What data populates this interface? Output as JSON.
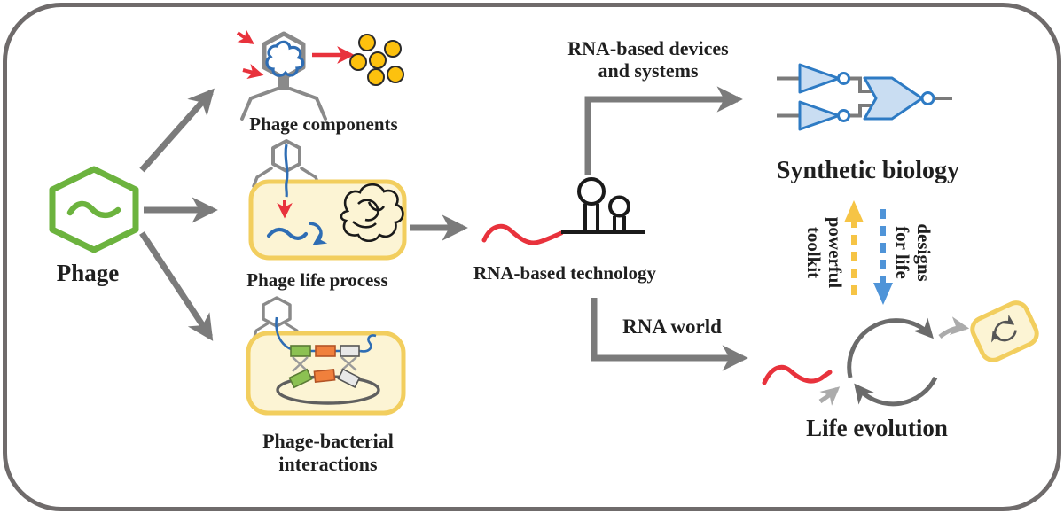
{
  "nodes": {
    "phage": {
      "label": "Phage"
    },
    "phage_components": {
      "label": "Phage components"
    },
    "phage_life_process": {
      "label": "Phage life process"
    },
    "phage_bacterial_interactions": {
      "label_line1": "Phage-bacterial",
      "label_line2": "interactions"
    },
    "rna_based_technology": {
      "label": "RNA-based technology"
    },
    "synthetic_biology": {
      "label": "Synthetic biology"
    },
    "life_evolution": {
      "label": "Life evolution"
    }
  },
  "edges": {
    "rna_devices": {
      "line1": "RNA-based devices",
      "line2": "and systems"
    },
    "rna_world": {
      "label": "RNA world"
    },
    "powerful_toolkit": {
      "line1": "powerful",
      "line2": "toolkit",
      "direction": "up"
    },
    "designs_for_life": {
      "line1": "designs",
      "line2": "for life",
      "direction": "down"
    }
  },
  "icons": {
    "phage-hexagon-icon": "green hexagon with RNA squiggle",
    "phage-virion-icon": "bacteriophage with hexagonal head and legs",
    "protein-dots-icon": "cluster of six yellow protein dots",
    "bacterial-cell-icon": "yellow rounded-rectangle cell",
    "protein-tangle-icon": "black tangled protein scribble",
    "rna-hairpin-icon": "red RNA strand with black hairpin loops",
    "logic-gates-icon": "blue NOT gates wired to a NOR gate",
    "life-cycle-icon": "circular gray cycle arrows",
    "protocell-icon": "tilted yellow cell with internal cycle"
  },
  "colors": {
    "border": "#6f6b6b",
    "arrow_gray": "#7b7b7b",
    "arrow_light_gray": "#ababab",
    "phage_green": "#6cb33e",
    "cell_border_yellow": "#f2ce5e",
    "cell_fill_cream": "#fcf4d4",
    "red": "#e8323c",
    "blue": "#2e6db4",
    "gate_stroke_blue": "#2e7bc4",
    "gate_fill_blue": "#c9ddf2",
    "dot_yellow": "#fdc10e",
    "gene_green": "#8cc152",
    "gene_orange": "#f0803c",
    "gene_gray": "#e8e8e8",
    "ink_black": "#1a1a1a",
    "cycle_gray": "#6b6b6b",
    "dashed_yellow": "#f6c445",
    "dashed_blue": "#4f94d8"
  }
}
